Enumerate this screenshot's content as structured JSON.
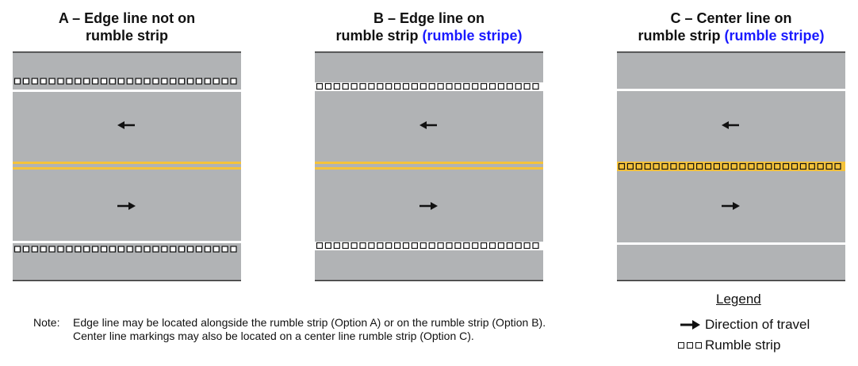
{
  "panels": [
    {
      "id": "A",
      "title_line1": "A – Edge line not on",
      "title_line2": "rumble strip",
      "title_highlight": "",
      "edge_line_on_strip": false,
      "centerline_strip": false
    },
    {
      "id": "B",
      "title_line1": "B – Edge line on",
      "title_line2": "rumble strip",
      "title_highlight": "(rumble stripe)",
      "edge_line_on_strip": true,
      "centerline_strip": false
    },
    {
      "id": "C",
      "title_line1": "C – Center line on",
      "title_line2": "rumble strip",
      "title_highlight": "(rumble stripe)",
      "edge_line_on_strip": false,
      "centerline_strip": true
    }
  ],
  "note": {
    "label": "Note:",
    "line1": "Edge line may be located alongside the rumble strip (Option A) or on the rumble strip (Option B).",
    "line2": "Center line markings may also be located on a center line rumble strip (Option C)."
  },
  "legend": {
    "title": "Legend",
    "direction_label": "Direction of travel",
    "rumble_label": "Rumble strip"
  },
  "colors": {
    "pavement": "#b1b3b5",
    "edge_line": "#ffffff",
    "center_line": "#f5c33b",
    "road_border": "#333333",
    "highlight": "#1a1aff"
  }
}
